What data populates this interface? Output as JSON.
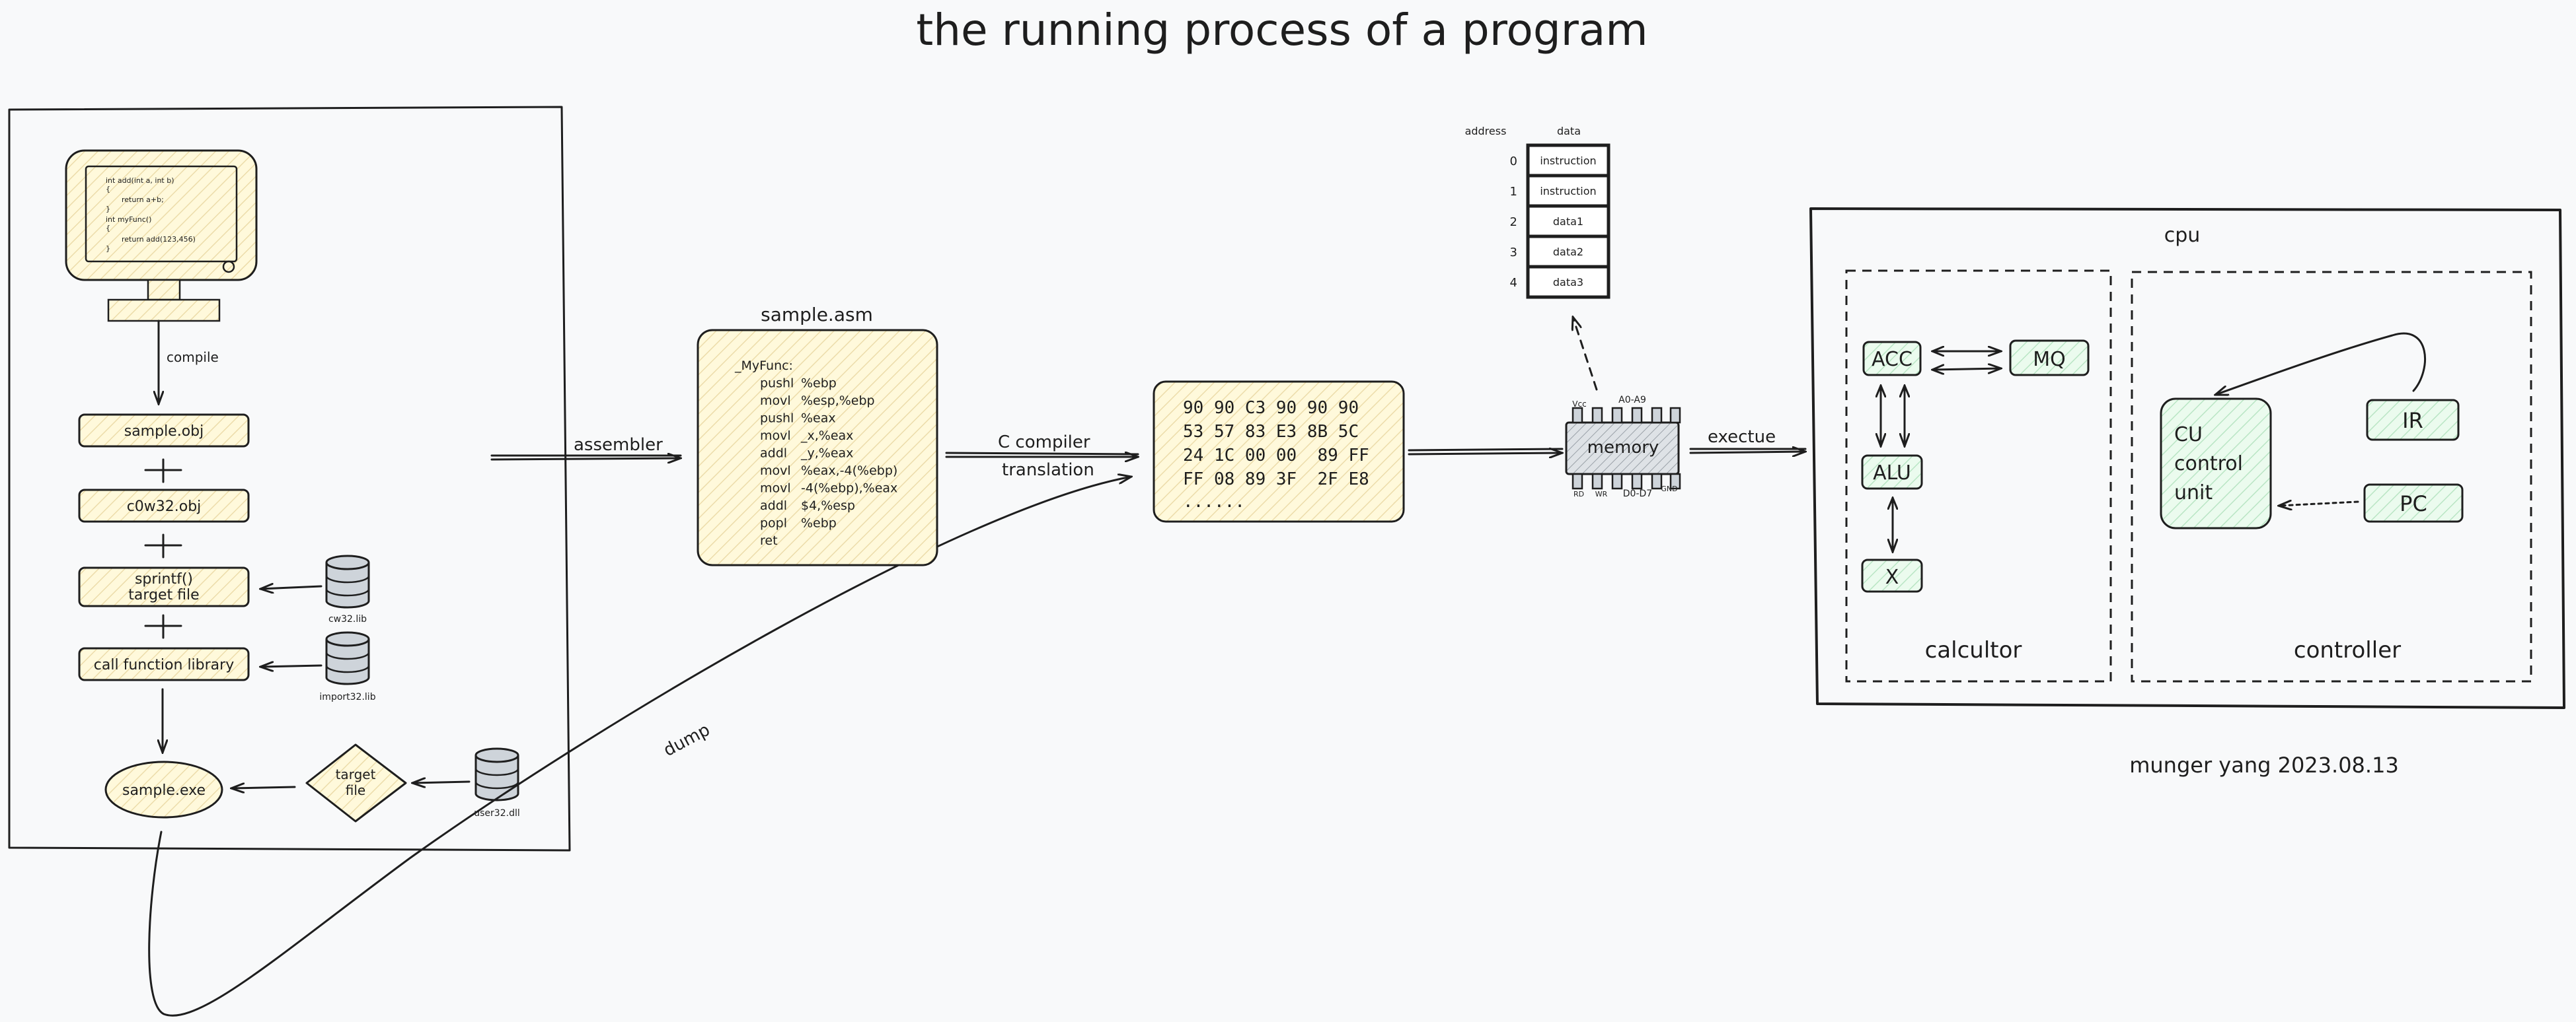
{
  "title": "the running process of a program",
  "author_date": "munger yang 2023.08.13",
  "source_code": [
    "int add(int a, int b)",
    "{",
    "return a+b;",
    "}",
    "int myFunc()",
    "{",
    "return add(123,456)",
    "}"
  ],
  "left_flow": {
    "compile_label": "compile",
    "sample_obj": "sample.obj",
    "c0w32_obj": "c0w32.obj",
    "sprintf_line1": "sprintf()",
    "sprintf_line2": "target file",
    "call_function_library": "call function library",
    "sample_exe": "sample.exe",
    "target_file_line1": "target",
    "target_file_line2": "file",
    "cw32_lib": "cw32.lib",
    "import32_lib": "import32.lib",
    "user32_dll": "user32.dll"
  },
  "assembler_label": "assembler",
  "dump_label": "dump",
  "sample_asm": {
    "title": "sample.asm",
    "lines": [
      [
        "_MyFunc:",
        ""
      ],
      [
        "pushl",
        "%ebp"
      ],
      [
        "movl",
        "%esp,%ebp"
      ],
      [
        "pushl",
        "%eax"
      ],
      [
        "movl",
        "_x,%eax"
      ],
      [
        "addl",
        "_y,%eax"
      ],
      [
        "movl",
        "%eax,-4(%ebp)"
      ],
      [
        "movl",
        "-4(%ebp),%eax"
      ],
      [
        "addl",
        "$4,%esp"
      ],
      [
        "popl",
        "%ebp"
      ],
      [
        "ret",
        ""
      ]
    ]
  },
  "c_compiler_line1": "C compiler",
  "c_compiler_line2": "translation",
  "machine_code": [
    "90 90 C3 90 90 90",
    "53 57 83 E3 8B 5C",
    "24 1C 00 00  89 FF",
    "FF 08 89 3F  2F E8",
    "......"
  ],
  "memory": {
    "label": "memory",
    "pins_top": [
      "Vcc",
      "A0-A9"
    ],
    "pins_bottom": [
      "RD",
      "WR",
      "D0-D7",
      "GND"
    ],
    "table_headers": [
      "address",
      "data"
    ],
    "rows": [
      {
        "address": "0",
        "data": "instruction"
      },
      {
        "address": "1",
        "data": "instruction"
      },
      {
        "address": "2",
        "data": "data1"
      },
      {
        "address": "3",
        "data": "data2"
      },
      {
        "address": "4",
        "data": "data3"
      }
    ]
  },
  "exectue_label": "exectue",
  "cpu": {
    "title": "cpu",
    "calculator": {
      "label": "calcultor",
      "acc": "ACC",
      "mq": "MQ",
      "alu": "ALU",
      "x": "X"
    },
    "controller": {
      "label": "controller",
      "cu_line1": "CU",
      "cu_line2": "control",
      "cu_line3": "unit",
      "ir": "IR",
      "pc": "PC"
    }
  },
  "colors": {
    "stroke": "#1e1e1e",
    "yellow_fill": "#fff9db",
    "yellow_hatch": "#ead9a0",
    "green_fill": "#ebfbee",
    "green_hatch": "#b2e2bf",
    "gray_fill": "#ced4da",
    "background": "#f8f9fa"
  }
}
